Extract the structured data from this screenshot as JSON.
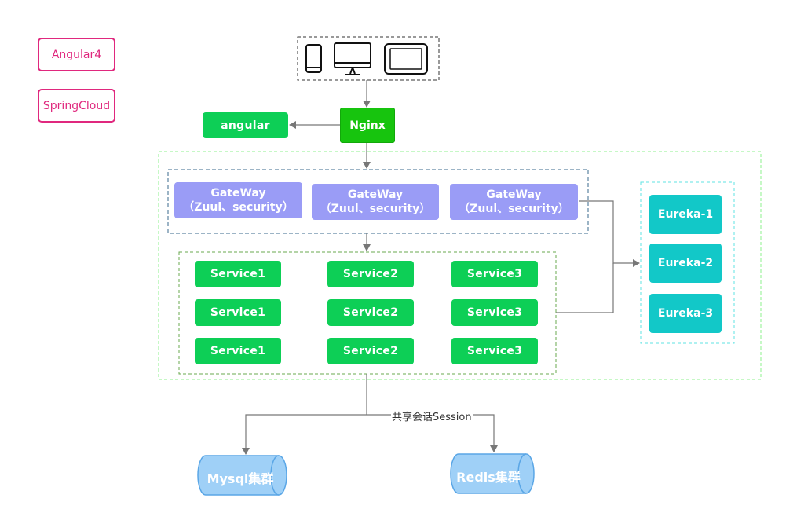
{
  "legend": {
    "angular4": "Angular4",
    "springcloud": "SpringCloud"
  },
  "clients": {
    "icons": [
      "phone-icon",
      "desktop-icon",
      "tablet-icon"
    ]
  },
  "nginx": "Nginx",
  "angular": "angular",
  "gateways": [
    {
      "title": "GateWay",
      "sub": "（Zuul、security）"
    },
    {
      "title": "GateWay",
      "sub": "（Zuul、security）"
    },
    {
      "title": "GateWay",
      "sub": "（Zuul、security）"
    }
  ],
  "services": [
    [
      "Service1",
      "Service2",
      "Service3"
    ],
    [
      "Service1",
      "Service2",
      "Service3"
    ],
    [
      "Service1",
      "Service2",
      "Service3"
    ]
  ],
  "eureka": [
    "Eureka-1",
    "Eureka-2",
    "Eureka-3"
  ],
  "session_label": "共享会话Session",
  "databases": {
    "mysql": "Mysql集群",
    "redis": "Redis集群"
  },
  "colors": {
    "legend_border": "#e0287e",
    "service": "#0dcf56",
    "nginx": "#17c40e",
    "gateway": "#9a9cf6",
    "eureka": "#12c8c8",
    "database": "#9fd0f7"
  }
}
